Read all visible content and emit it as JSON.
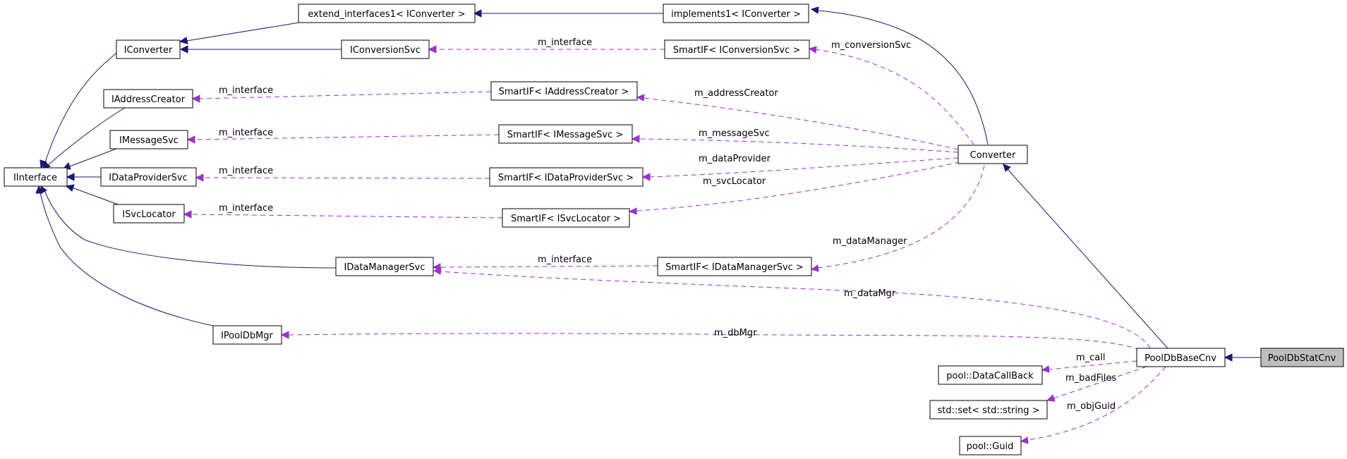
{
  "diagram": {
    "type": "class-collaboration-graph",
    "colors": {
      "inheritance": "#191970",
      "usage": "#9a32cd",
      "highlight_fill": "#bfbfbf",
      "node_fill": "#ffffff",
      "node_border": "#000000"
    },
    "nodes": {
      "extend_interfaces1": "extend_interfaces1< IConverter >",
      "implements1": "implements1< IConverter >",
      "IConverter": "IConverter",
      "IConversionSvc": "IConversionSvc",
      "SmartIF_IConversionSvc": "SmartIF< IConversionSvc >",
      "IAddressCreator": "IAddressCreator",
      "SmartIF_IAddressCreator": "SmartIF< IAddressCreator >",
      "IMessageSvc": "IMessageSvc",
      "SmartIF_IMessageSvc": "SmartIF< IMessageSvc >",
      "IInterface": "IInterface",
      "IDataProviderSvc": "IDataProviderSvc",
      "SmartIF_IDataProviderSvc": "SmartIF< IDataProviderSvc >",
      "Converter": "Converter",
      "ISvcLocator": "ISvcLocator",
      "SmartIF_ISvcLocator": "SmartIF< ISvcLocator >",
      "IDataManagerSvc": "IDataManagerSvc",
      "SmartIF_IDataManagerSvc": "SmartIF< IDataManagerSvc >",
      "IPoolDbMgr": "IPoolDbMgr",
      "PoolDbBaseCnv": "PoolDbBaseCnv",
      "PoolDbStatCnv": "PoolDbStatCnv",
      "DataCallBack": "pool::DataCallBack",
      "std_set_string": "std::set< std::string >",
      "Guid": "pool::Guid"
    },
    "edge_labels": {
      "m_interface": "m_interface",
      "m_conversionSvc": "m_conversionSvc",
      "m_addressCreator": "m_addressCreator",
      "m_messageSvc": "m_messageSvc",
      "m_dataProvider": "m_dataProvider",
      "m_svcLocator": "m_svcLocator",
      "m_dataManager": "m_dataManager",
      "m_dataMgr": "m_dataMgr",
      "m_dbMgr": "m_dbMgr",
      "m_call": "m_call",
      "m_badFiles": "m_badFiles",
      "m_objGuid": "m_objGuid"
    },
    "edges": [
      {
        "from": "IConverter",
        "to": "IInterface",
        "kind": "inheritance"
      },
      {
        "from": "IAddressCreator",
        "to": "IInterface",
        "kind": "inheritance"
      },
      {
        "from": "IMessageSvc",
        "to": "IInterface",
        "kind": "inheritance"
      },
      {
        "from": "IDataProviderSvc",
        "to": "IInterface",
        "kind": "inheritance"
      },
      {
        "from": "ISvcLocator",
        "to": "IInterface",
        "kind": "inheritance"
      },
      {
        "from": "IDataManagerSvc",
        "to": "IInterface",
        "kind": "inheritance"
      },
      {
        "from": "IPoolDbMgr",
        "to": "IInterface",
        "kind": "inheritance"
      },
      {
        "from": "IConversionSvc",
        "to": "IConverter",
        "kind": "inheritance"
      },
      {
        "from": "extend_interfaces1",
        "to": "IConverter",
        "kind": "inheritance"
      },
      {
        "from": "implements1",
        "to": "extend_interfaces1",
        "kind": "inheritance"
      },
      {
        "from": "Converter",
        "to": "implements1",
        "kind": "inheritance"
      },
      {
        "from": "PoolDbBaseCnv",
        "to": "Converter",
        "kind": "inheritance"
      },
      {
        "from": "PoolDbStatCnv",
        "to": "PoolDbBaseCnv",
        "kind": "inheritance"
      },
      {
        "from": "SmartIF_IConversionSvc",
        "to": "IConversionSvc",
        "kind": "usage",
        "label": "m_interface"
      },
      {
        "from": "SmartIF_IAddressCreator",
        "to": "IAddressCreator",
        "kind": "usage",
        "label": "m_interface"
      },
      {
        "from": "SmartIF_IMessageSvc",
        "to": "IMessageSvc",
        "kind": "usage",
        "label": "m_interface"
      },
      {
        "from": "SmartIF_IDataProviderSvc",
        "to": "IDataProviderSvc",
        "kind": "usage",
        "label": "m_interface"
      },
      {
        "from": "SmartIF_ISvcLocator",
        "to": "ISvcLocator",
        "kind": "usage",
        "label": "m_interface"
      },
      {
        "from": "SmartIF_IDataManagerSvc",
        "to": "IDataManagerSvc",
        "kind": "usage",
        "label": "m_interface"
      },
      {
        "from": "Converter",
        "to": "SmartIF_IConversionSvc",
        "kind": "usage",
        "label": "m_conversionSvc"
      },
      {
        "from": "Converter",
        "to": "SmartIF_IAddressCreator",
        "kind": "usage",
        "label": "m_addressCreator"
      },
      {
        "from": "Converter",
        "to": "SmartIF_IMessageSvc",
        "kind": "usage",
        "label": "m_messageSvc"
      },
      {
        "from": "Converter",
        "to": "SmartIF_IDataProviderSvc",
        "kind": "usage",
        "label": "m_dataProvider"
      },
      {
        "from": "Converter",
        "to": "SmartIF_ISvcLocator",
        "kind": "usage",
        "label": "m_svcLocator"
      },
      {
        "from": "Converter",
        "to": "SmartIF_IDataManagerSvc",
        "kind": "usage",
        "label": "m_dataManager"
      },
      {
        "from": "PoolDbBaseCnv",
        "to": "IDataManagerSvc",
        "kind": "usage",
        "label": "m_dataMgr"
      },
      {
        "from": "PoolDbBaseCnv",
        "to": "IPoolDbMgr",
        "kind": "usage",
        "label": "m_dbMgr"
      },
      {
        "from": "PoolDbBaseCnv",
        "to": "DataCallBack",
        "kind": "usage",
        "label": "m_call"
      },
      {
        "from": "PoolDbBaseCnv",
        "to": "std_set_string",
        "kind": "usage",
        "label": "m_badFiles"
      },
      {
        "from": "PoolDbBaseCnv",
        "to": "Guid",
        "kind": "usage",
        "label": "m_objGuid"
      }
    ]
  }
}
